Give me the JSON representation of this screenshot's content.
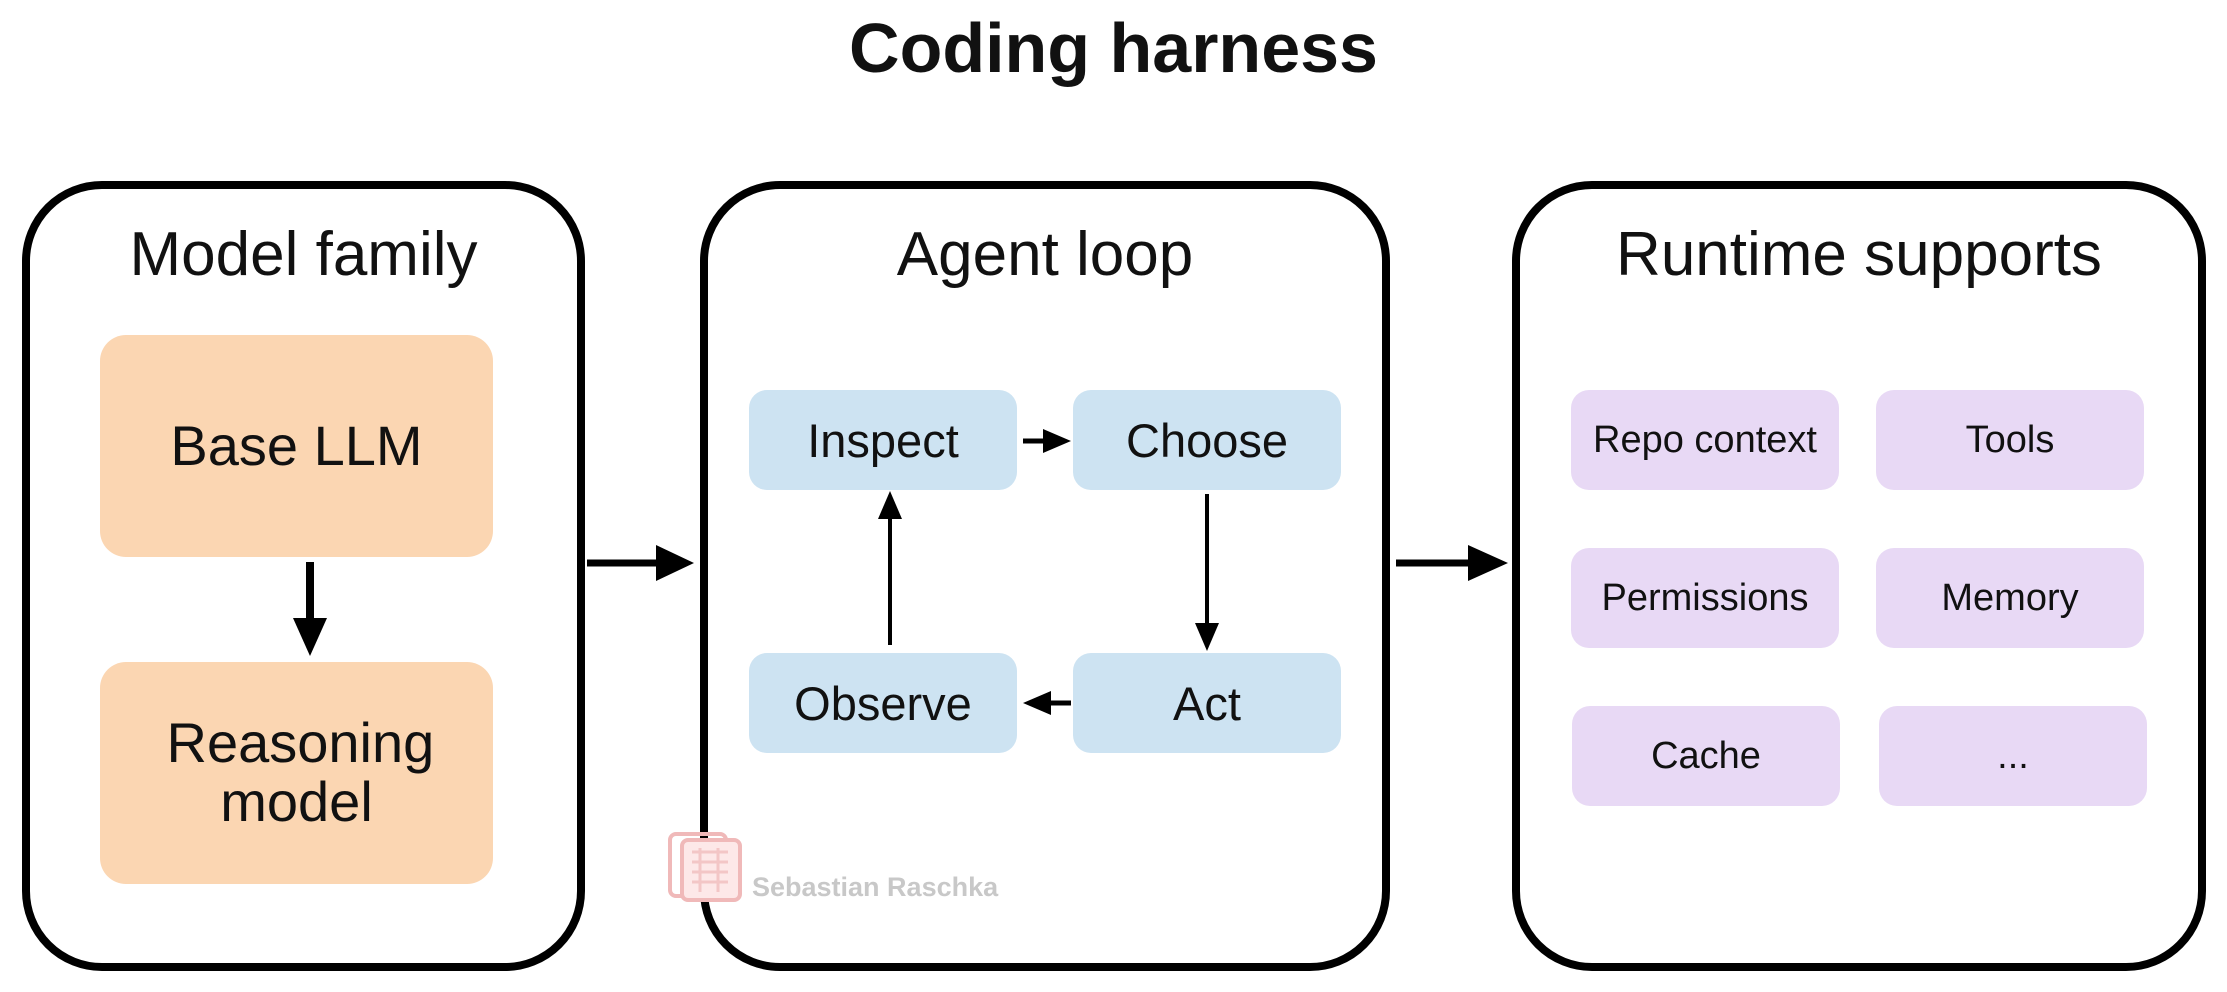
{
  "title": "Coding harness",
  "panels": {
    "model_family": {
      "title": "Model family",
      "nodes": [
        "Base LLM",
        "Reasoning model"
      ]
    },
    "agent_loop": {
      "title": "Agent loop",
      "nodes": [
        "Inspect",
        "Choose",
        "Act",
        "Observe"
      ]
    },
    "runtime_supports": {
      "title": "Runtime supports",
      "nodes": [
        "Repo context",
        "Tools",
        "Permissions",
        "Memory",
        "Cache",
        "..."
      ]
    }
  },
  "watermark": "Sebastian Raschka",
  "colors": {
    "orange": "#fbd6b2",
    "blue": "#cde3f2",
    "purple": "#e8d9f5",
    "border": "#000000"
  }
}
